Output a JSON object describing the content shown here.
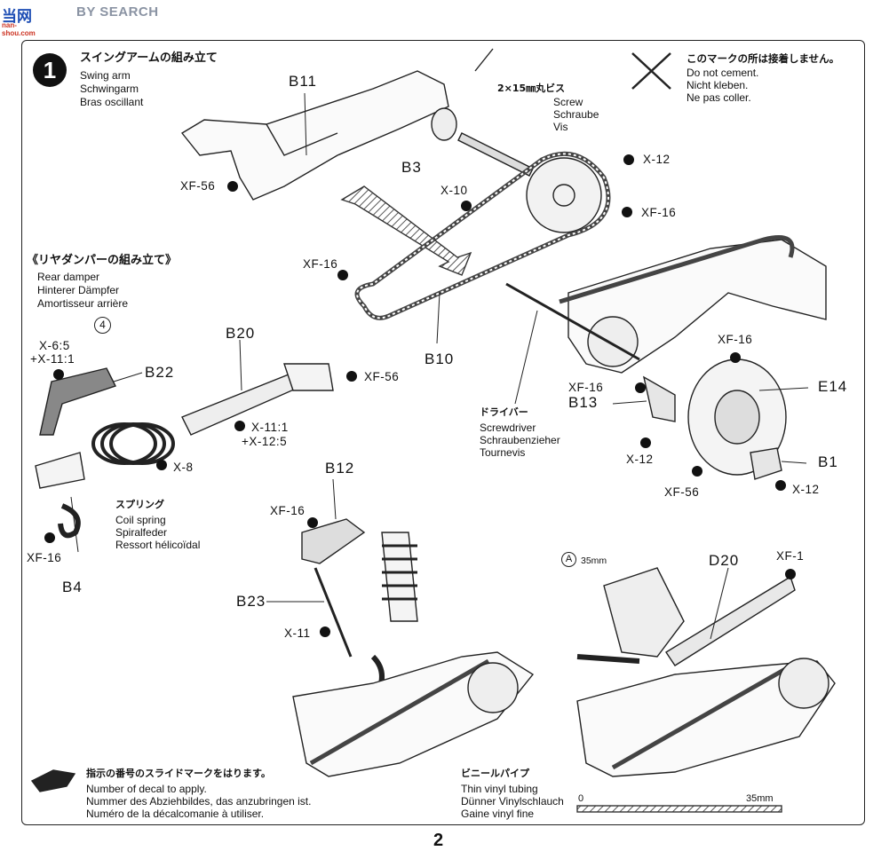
{
  "header": {
    "logo_text": "当网",
    "logo_sub": "nan-shou.com",
    "search_label": "BY SEARCH"
  },
  "step": {
    "number": "1",
    "title_jp": "スイングアームの組み立て",
    "title_en": "Swing arm",
    "title_de": "Schwingarm",
    "title_fr": "Bras oscillant"
  },
  "no_cement": {
    "jp": "このマークの所は接着しません。",
    "en": "Do not cement.",
    "de": "Nicht kleben.",
    "fr": "Ne pas coller."
  },
  "screw": {
    "spec": "2×15㎜丸ビス",
    "en": "Screw",
    "de": "Schraube",
    "fr": "Vis"
  },
  "rear_damper": {
    "jp": "《リヤダンパーの組み立て》",
    "en": "Rear damper",
    "de": "Hinterer Dämpfer",
    "fr": "Amortisseur arrière"
  },
  "spring": {
    "jp": "スプリング",
    "en": "Coil spring",
    "de": "Spiralfeder",
    "fr": "Ressort hélicoïdal"
  },
  "driver": {
    "jp": "ドライバー",
    "en": "Screwdriver",
    "de": "Schraubenzieher",
    "fr": "Tournevis"
  },
  "decal": {
    "jp": "指示の番号のスライドマークをはります。",
    "en": "Number of decal to apply.",
    "de": "Nummer des Abziehbildes, das anzubringen ist.",
    "fr": "Numéro de la décalcomanie à utiliser."
  },
  "tubing": {
    "jp": "ビニールパイプ",
    "en": "Thin vinyl tubing",
    "de": "Dünner Vinylschlauch",
    "fr": "Gaine vinyl fine",
    "scale_start": "0",
    "scale_end": "35mm",
    "a_label": "A",
    "a_len": "35mm"
  },
  "parts": {
    "b11": "B11",
    "b3": "B3",
    "b10": "B10",
    "b20": "B20",
    "b22": "B22",
    "b4": "B4",
    "b12": "B12",
    "b23": "B23",
    "b13": "B13",
    "e14": "E14",
    "b1": "B1",
    "d20": "D20"
  },
  "colors": {
    "xf56_top": "XF-56",
    "x12_top": "X-12",
    "x10": "X-10",
    "xf16_sprocket": "XF-16",
    "xf16_chain": "XF-16",
    "x6_x11": "X-6:5",
    "x6_x11_b": "+X-11:1",
    "xf56_damper": "XF-56",
    "x11_x12": "X-11:1",
    "x11_x12_b": "+X-12:5",
    "x8": "X-8",
    "xf16_b4": "XF-16",
    "xf16_b12": "XF-16",
    "x11_b23": "X-11",
    "xf16_b13": "XF-16",
    "x12_b13": "X-12",
    "xf16_disc": "XF-16",
    "xf56_disc": "XF-56",
    "x12_b1": "X-12",
    "xf1": "XF-1"
  },
  "decal_number": "4",
  "page_number": "2"
}
